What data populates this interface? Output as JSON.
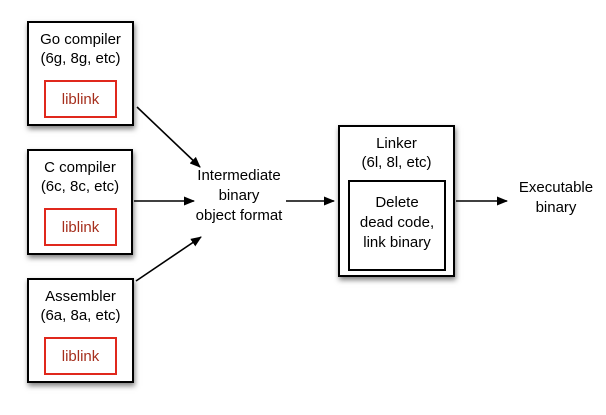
{
  "colors": {
    "background": "#ffffff",
    "box_border": "#000000",
    "box_fill": "#ffffff",
    "liblink_border_red": "#e0281c",
    "liblink_text_red": "#a52e1c",
    "arrow": "#000000"
  },
  "nodes": {
    "go_compiler": {
      "title": "Go compiler",
      "subtitle": "(6g, 8g, etc)",
      "inner_label": "liblink"
    },
    "c_compiler": {
      "title": "C compiler",
      "subtitle": "(6c, 8c, etc)",
      "inner_label": "liblink"
    },
    "assembler": {
      "title": "Assembler",
      "subtitle": "(6a, 8a, etc)",
      "inner_label": "liblink"
    },
    "linker": {
      "title": "Linker",
      "subtitle": "(6l, 8l, etc)",
      "inner_lines": [
        "Delete",
        "dead code,",
        "link binary"
      ]
    },
    "intermediate_format": {
      "lines": [
        "Intermediate",
        "binary",
        "object format"
      ]
    },
    "executable_binary": {
      "lines": [
        "Executable",
        "binary"
      ]
    }
  }
}
